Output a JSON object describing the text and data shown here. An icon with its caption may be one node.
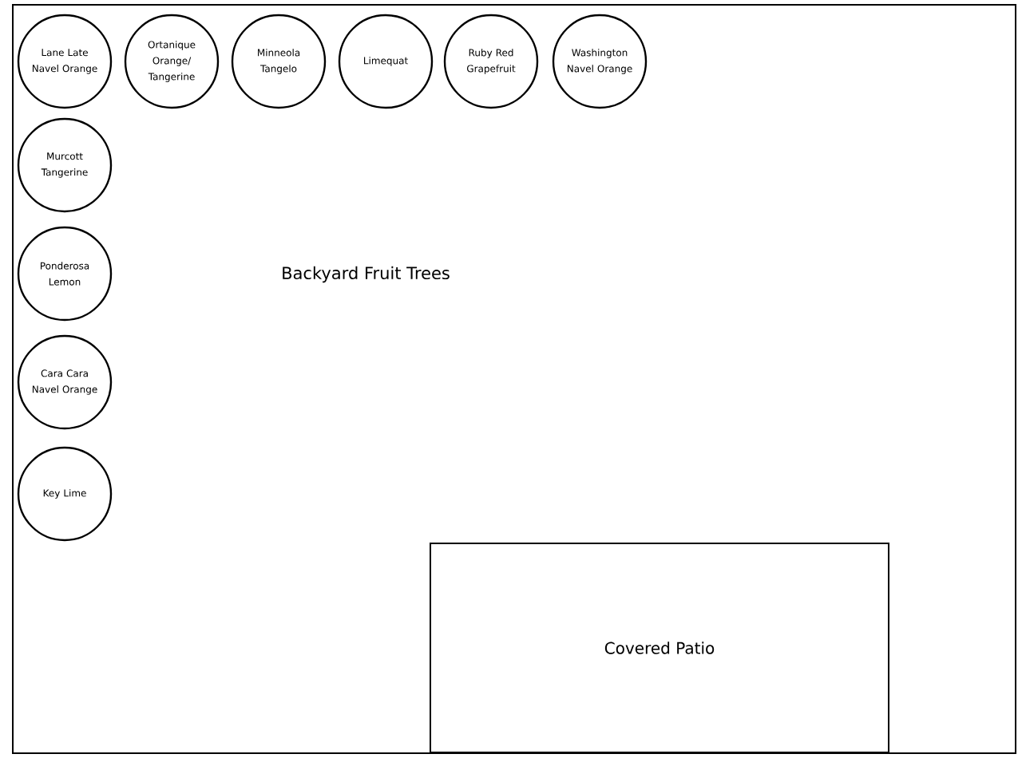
{
  "diagram": {
    "nodes": [
      {
        "text": [
          "Backyard Fruit Trees"
        ]
      },
      {
        "text": [
          "Lane Late Navel Orange"
        ],
        "in": 0
      },
      {
        "text": [
          "Ortanique Orange/ Tangerine"
        ],
        "in": 0
      },
      {
        "text": [
          "Minneola Tangelo"
        ],
        "in": 0
      },
      {
        "text": [
          "Limequat"
        ],
        "in": 0
      },
      {
        "text": [
          "Ruby Red Grapefruit"
        ],
        "in": 0
      },
      {
        "text": [
          "Washington Navel Orange"
        ],
        "in": 0
      },
      {
        "text": [
          "Murcott Tangerine"
        ],
        "in": 0
      },
      {
        "text": [
          "Ponderosa Lemon"
        ],
        "in": 0
      },
      {
        "text": [
          "Cara Cara Navel Orange"
        ],
        "in": 0
      },
      {
        "text": [
          "Key Lime"
        ],
        "in": 0
      },
      {
        "text": [
          "Covered Patio"
        ],
        "in": 0
      }
    ]
  }
}
